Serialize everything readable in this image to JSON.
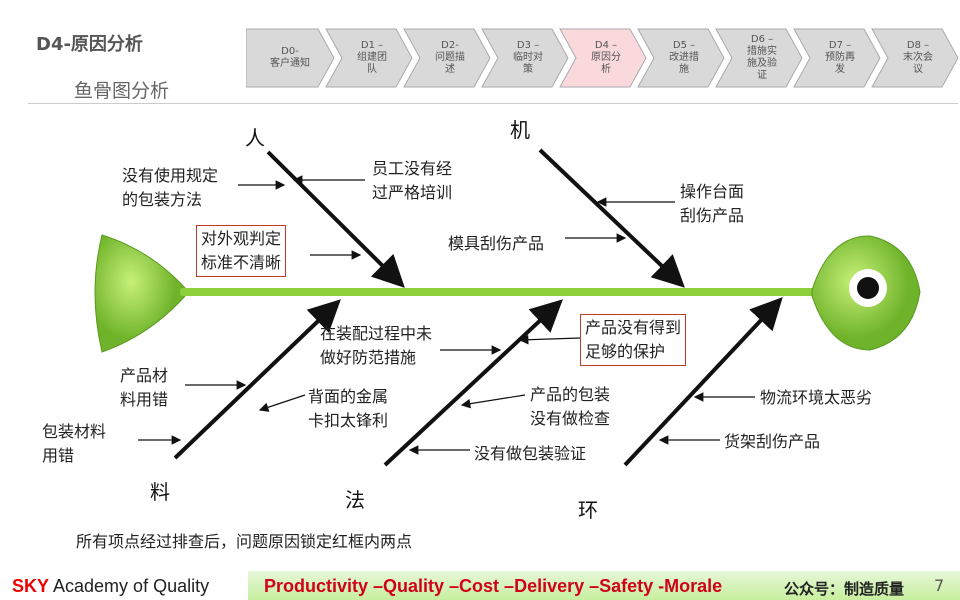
{
  "header": {
    "title": "D4-原因分析",
    "subtitle": "鱼骨图分析"
  },
  "steps": [
    {
      "code": "D0-",
      "name": "客户通知"
    },
    {
      "code": "D1 –",
      "name": "组建团队"
    },
    {
      "code": "D2-",
      "name": "问题描述"
    },
    {
      "code": "D3 –",
      "name": "临时对策"
    },
    {
      "code": "D4 –",
      "name": "原因分析",
      "active": true
    },
    {
      "code": "D5 –",
      "name": "改进措施"
    },
    {
      "code": "D6 –",
      "name": "措施实施及验证"
    },
    {
      "code": "D7 –",
      "name": "预防再发"
    },
    {
      "code": "D8 –",
      "name": "末次会议"
    }
  ],
  "categories": {
    "man": "人",
    "machine": "机",
    "material": "料",
    "method": "法",
    "environment": "环"
  },
  "causes": {
    "c1": "没有使用规定\n的包装方法",
    "c2": "员工没有经\n过严格培训",
    "c3": "对外观判定\n标准不清晰",
    "c4": "操作台面\n刮伤产品",
    "c5": "模具刮伤产品",
    "c6": "产品材\n料用错",
    "c7": "包装材料\n用错",
    "c8": "在装配过程中未\n做好防范措施",
    "c9": "背面的金属\n卡扣太锋利",
    "c10": "产品的包装\n没有做检查",
    "c11": "没有做包装验证",
    "c12": "产品没有得到\n足够的保护",
    "c13": "物流环境太恶劣",
    "c14": "货架刮伤产品"
  },
  "note": "所有项点经过排查后，问题原因锁定红框内两点",
  "footer": {
    "brand_red": "SKY",
    "brand": " Academy of Quality",
    "slogan": "Productivity –Quality –Cost –Delivery –Safety -Morale",
    "wechat": "公众号：制造质量",
    "page": "7"
  },
  "colors": {
    "accent": "#d0021b",
    "fish": "#8ccf3a",
    "active_step": "#f9d9dc"
  }
}
